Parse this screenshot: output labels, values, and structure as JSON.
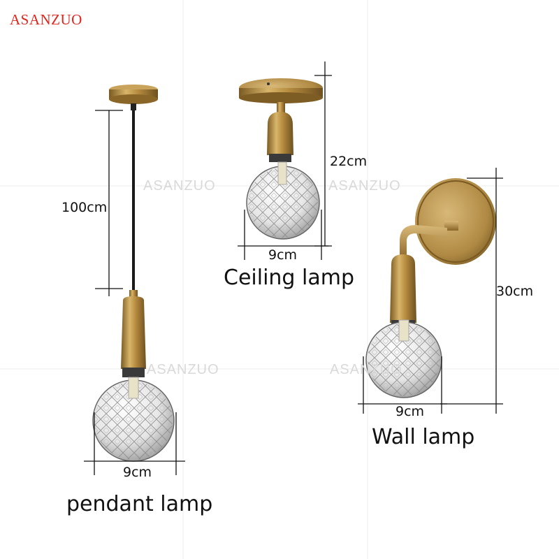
{
  "brand": {
    "name": "ASANZUO",
    "color": "#e0261c"
  },
  "watermark": "ASANZUO",
  "products": {
    "pendant": {
      "label": "pendant lamp",
      "cord_length": "100cm",
      "bulb_width": "9cm"
    },
    "ceiling": {
      "label": "Ceiling lamp",
      "height": "22cm",
      "bulb_width": "9cm"
    },
    "wall": {
      "label": "Wall lamp",
      "height": "30cm",
      "bulb_width": "9cm"
    }
  }
}
